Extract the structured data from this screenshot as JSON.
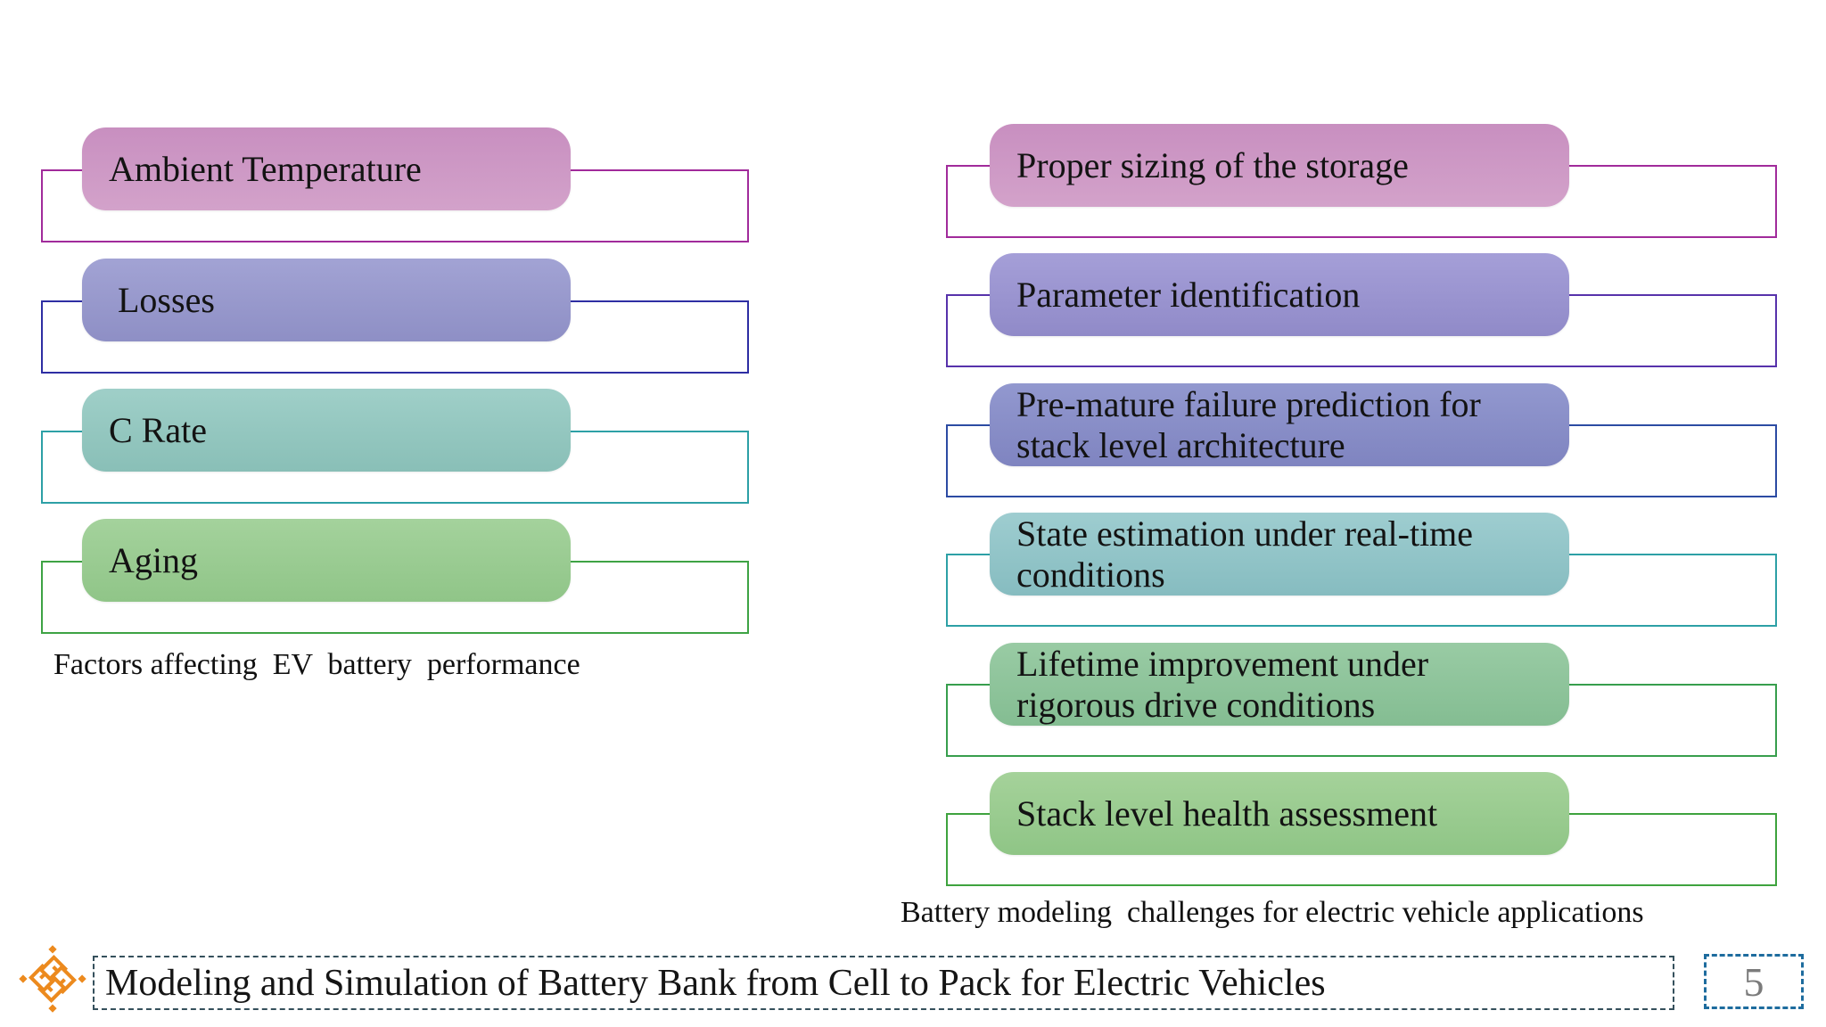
{
  "left_panel": {
    "caption": "Factors affecting  EV  battery  performance",
    "items": [
      {
        "label": "Ambient Temperature",
        "fill_top": "#c88fc0",
        "fill_bottom": "#d3a2ca",
        "outline": "#a12b9b"
      },
      {
        "label": " Losses",
        "fill_top": "#a2a3d4",
        "fill_bottom": "#8e8fc5",
        "outline": "#2e2ea3"
      },
      {
        "label": "C Rate",
        "fill_top": "#9fcfc8",
        "fill_bottom": "#89bfb7",
        "outline": "#2da0a6"
      },
      {
        "label": "Aging",
        "fill_top": "#a4d29c",
        "fill_bottom": "#90c588",
        "outline": "#3ea344"
      }
    ]
  },
  "right_panel": {
    "caption": "Battery modeling  challenges for electric vehicle applications",
    "items": [
      {
        "label": "Proper sizing of the storage",
        "fill_top": "#c88fc0",
        "fill_bottom": "#d3a2ca",
        "outline": "#a12b9b"
      },
      {
        "label": "Parameter identification",
        "fill_top": "#a59fd8",
        "fill_bottom": "#908ac8",
        "outline": "#5732ab"
      },
      {
        "label": "Pre-mature failure prediction for stack level architecture",
        "fill_top": "#9298cf",
        "fill_bottom": "#7f84c0",
        "outline": "#2c4ba3"
      },
      {
        "label": "State estimation under real-time conditions",
        "fill_top": "#9ecdd0",
        "fill_bottom": "#86bcc0",
        "outline": "#2da0a6"
      },
      {
        "label": "Lifetime improvement under rigorous drive conditions",
        "fill_top": "#99cba4",
        "fill_bottom": "#84bd92",
        "outline": "#379e4d"
      },
      {
        "label": "Stack level health assessment",
        "fill_top": "#a5d29a",
        "fill_bottom": "#8fc586",
        "outline": "#3ea33e"
      }
    ]
  },
  "footer": {
    "title": "Modeling and Simulation of Battery Bank from Cell to Pack for Electric Vehicles",
    "page_number": "5",
    "logo_color": "#ec8a1e",
    "title_border_color": "#35505c",
    "page_border_color": "#1e6c9e",
    "page_number_color": "#7b7b7b"
  }
}
